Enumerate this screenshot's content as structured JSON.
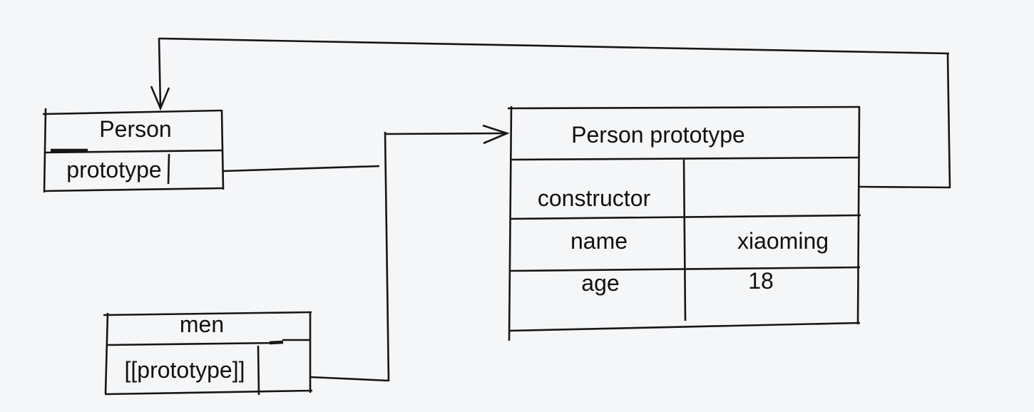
{
  "app": {
    "background_color": "#f5f6f8",
    "ink_color": "#161616"
  },
  "person_box": {
    "title": "Person",
    "property_label": "prototype",
    "property_value": ""
  },
  "men_box": {
    "title": "men",
    "property_label": "[[prototype]]",
    "property_value": ""
  },
  "prototype_table": {
    "title": "Person prototype",
    "rows": [
      {
        "key": "constructor",
        "value": ""
      },
      {
        "key": "name",
        "value": "xiaoming"
      },
      {
        "key": "age",
        "value": "18"
      }
    ]
  },
  "connectors": [
    {
      "name": "person-prototype-to-prototype-object",
      "from": "Person.prototype",
      "to": "Person prototype",
      "arrow": true
    },
    {
      "name": "men-internal-prototype-to-prototype-object",
      "from": "men.[[prototype]]",
      "to": "Person prototype",
      "arrow": true
    },
    {
      "name": "constructor-back-to-person",
      "from": "Person prototype.constructor",
      "to": "Person",
      "arrow": true
    }
  ]
}
